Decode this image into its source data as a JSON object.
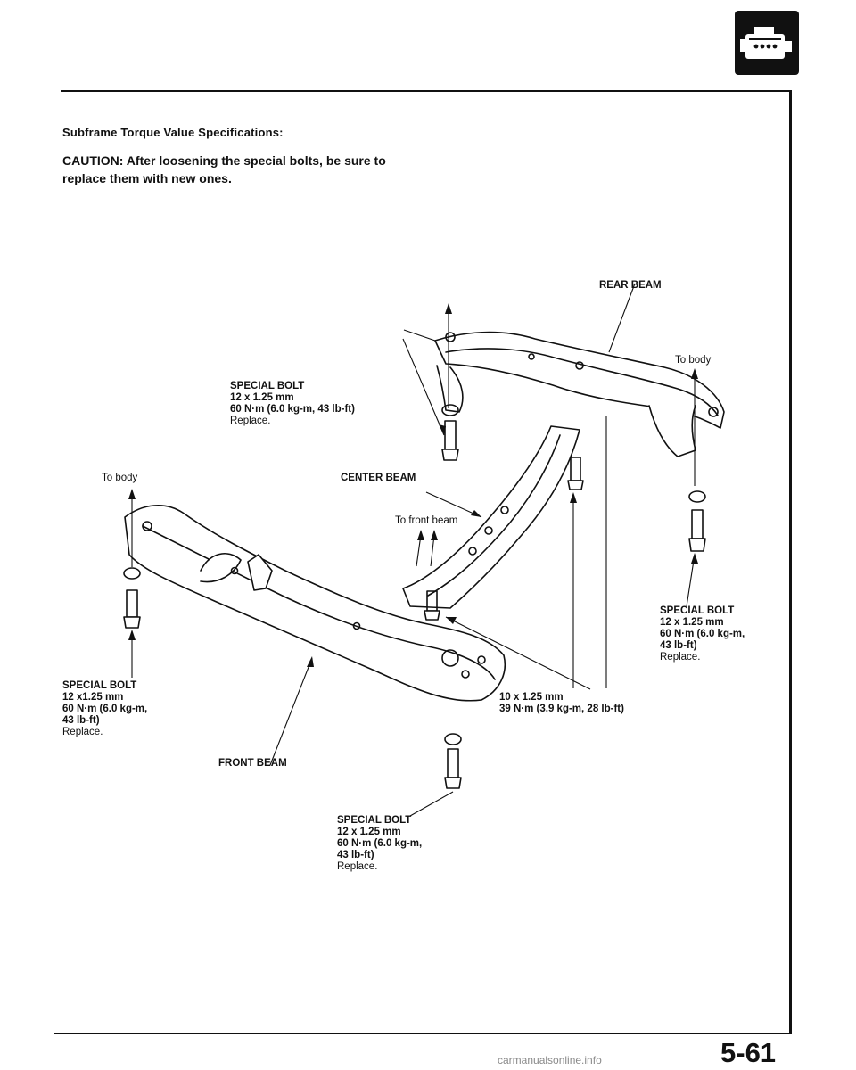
{
  "header": {
    "title": "Subframe Torque Value Specifications:",
    "caution_line1": "CAUTION: After loosening the special bolts, be sure to",
    "caution_line2": "replace them with new ones."
  },
  "labels": {
    "rear_beam": "REAR BEAM",
    "to_body_right": "To body",
    "to_body_left": "To body",
    "center_beam": "CENTER BEAM",
    "to_front_beam": "To front beam",
    "front_beam": "FRONT BEAM"
  },
  "callouts": {
    "bolt_top": {
      "title": "SPECIAL BOLT",
      "size": "12 x 1.25 mm",
      "torque": "60 N·m (6.0 kg-m, 43 lb-ft)",
      "note": "Replace."
    },
    "bolt_left": {
      "title": "SPECIAL BOLT",
      "size": "12 x1.25 mm",
      "torque_line1": "60 N·m (6.0 kg-m,",
      "torque_line2": "43 lb-ft)",
      "note": "Replace."
    },
    "bolt_right": {
      "title": "SPECIAL BOLT",
      "size": "12 x 1.25 mm",
      "torque_line1": "60 N·m (6.0 kg-m,",
      "torque_line2": "43 lb-ft)",
      "note": "Replace."
    },
    "bolt_bottom": {
      "title": "SPECIAL BOLT",
      "size": "12 x 1.25 mm",
      "torque_line1": "60 N·m (6.0 kg-m,",
      "torque_line2": "43 lb-ft)",
      "note": "Replace."
    },
    "bolt_center": {
      "size": "10 x 1.25 mm",
      "torque": "39 N·m (3.9 kg-m, 28 lb-ft)"
    }
  },
  "page_number": "5-61",
  "footer": "carmanualsonline.info"
}
